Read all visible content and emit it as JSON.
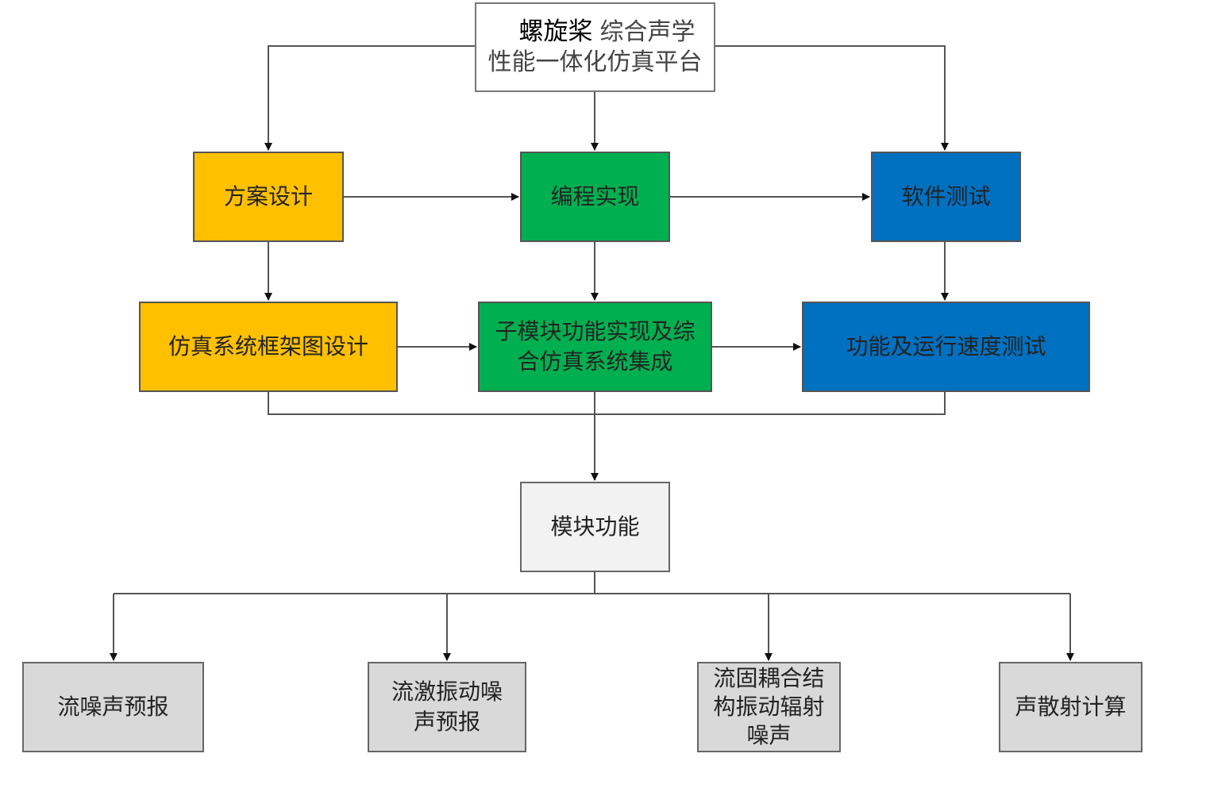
{
  "title": {
    "line1_a": "螺旋桨",
    "line1_b": "综合声学",
    "line2": "性能一体化仿真平台"
  },
  "row1": [
    "方案设计",
    "编程实现",
    "软件测试"
  ],
  "row2": [
    "仿真系统框架图设计",
    "子模块功能实现及综合仿真系统集成",
    "功能及运行速度测试"
  ],
  "module": "模块功能",
  "functions": [
    "流噪声预报",
    "流激振动噪声预报",
    "流固耦合结构振动辐射噪声",
    "声散射计算"
  ],
  "colors": {
    "design": "#FFC000",
    "implementation": "#00B050",
    "testing": "#0070C0",
    "function": "#D9D9D9",
    "module": "#F2F2F2"
  }
}
